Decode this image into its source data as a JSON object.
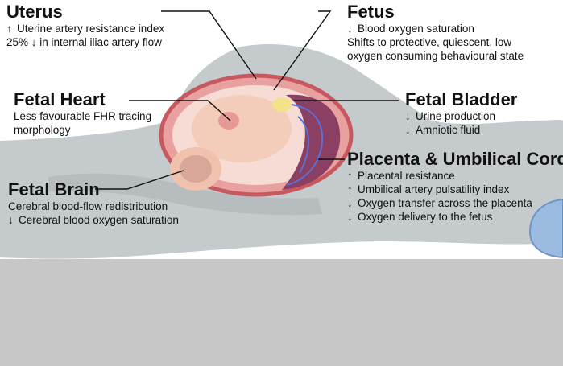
{
  "colors": {
    "background": "#ffffff",
    "floor": "#c7c7c7",
    "body_silhouette": "#c5cacc",
    "uterus_wall": "#c8585f",
    "fetus": "#f3cdb9",
    "placenta": "#8a3f63",
    "vessels": "#5b6fd6",
    "pillow": "#9bbbe0",
    "leader_line": "#111111"
  },
  "icons": {
    "increase": "up-arrow-icon",
    "decrease": "down-arrow-icon"
  },
  "labels": {
    "uterus": {
      "title": "Uterus",
      "lines": [
        {
          "dir": "up",
          "text": "Uterine artery resistance index"
        },
        {
          "dir": "",
          "text": "25% ↓ in internal iliac artery flow"
        }
      ]
    },
    "fetus": {
      "title": "Fetus",
      "lines": [
        {
          "dir": "down",
          "text": "Blood oxygen saturation"
        },
        {
          "dir": "",
          "text": "Shifts to protective, quiescent, low"
        },
        {
          "dir": "",
          "text": "oxygen consuming behavioural state"
        }
      ]
    },
    "fetal_heart": {
      "title": "Fetal Heart",
      "lines": [
        {
          "dir": "",
          "text": "Less favourable FHR tracing"
        },
        {
          "dir": "",
          "text": "morphology"
        }
      ]
    },
    "fetal_bladder": {
      "title": "Fetal Bladder",
      "lines": [
        {
          "dir": "down",
          "text": "Urine production"
        },
        {
          "dir": "down",
          "text": "Amniotic fluid"
        }
      ]
    },
    "placenta_cord": {
      "title": "Placenta & Umbilical Cord",
      "lines": [
        {
          "dir": "up",
          "text": "Placental resistance"
        },
        {
          "dir": "up",
          "text": "Umbilical artery pulsatility index"
        },
        {
          "dir": "down",
          "text": "Oxygen transfer across the placenta"
        },
        {
          "dir": "down",
          "text": "Oxygen delivery to the fetus"
        }
      ]
    },
    "fetal_brain": {
      "title": "Fetal Brain",
      "lines": [
        {
          "dir": "",
          "text": "Cerebral blood-flow redistribution"
        },
        {
          "dir": "down",
          "text": "Cerebral blood oxygen saturation"
        }
      ]
    }
  }
}
